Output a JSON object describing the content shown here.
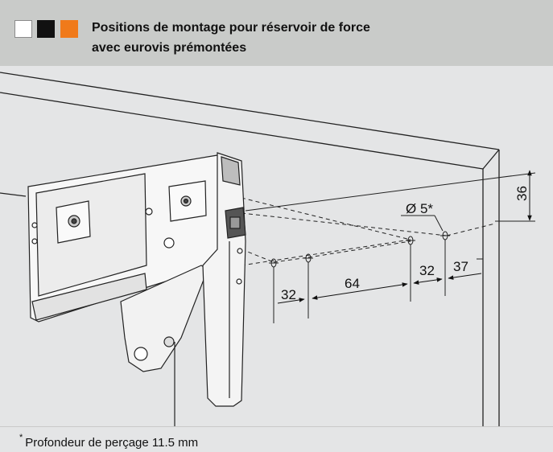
{
  "header": {
    "legend": [
      {
        "name": "white-square",
        "color": "#ffffff"
      },
      {
        "name": "black-square",
        "color": "#111111"
      },
      {
        "name": "orange-square",
        "color": "#f07a1a"
      }
    ],
    "title_line1": "Positions de montage pour réservoir de force",
    "title_line2": "avec eurovis prémontées"
  },
  "diagram": {
    "dimensions": {
      "height": "36",
      "hole_diameter": "Ø 5*",
      "spacing_left": "32",
      "spacing_mid": "64",
      "spacing_right": "32",
      "edge_offset": "37"
    }
  },
  "footer": {
    "asterisk": "*",
    "note": "Profondeur de perçage 11.5 mm"
  }
}
